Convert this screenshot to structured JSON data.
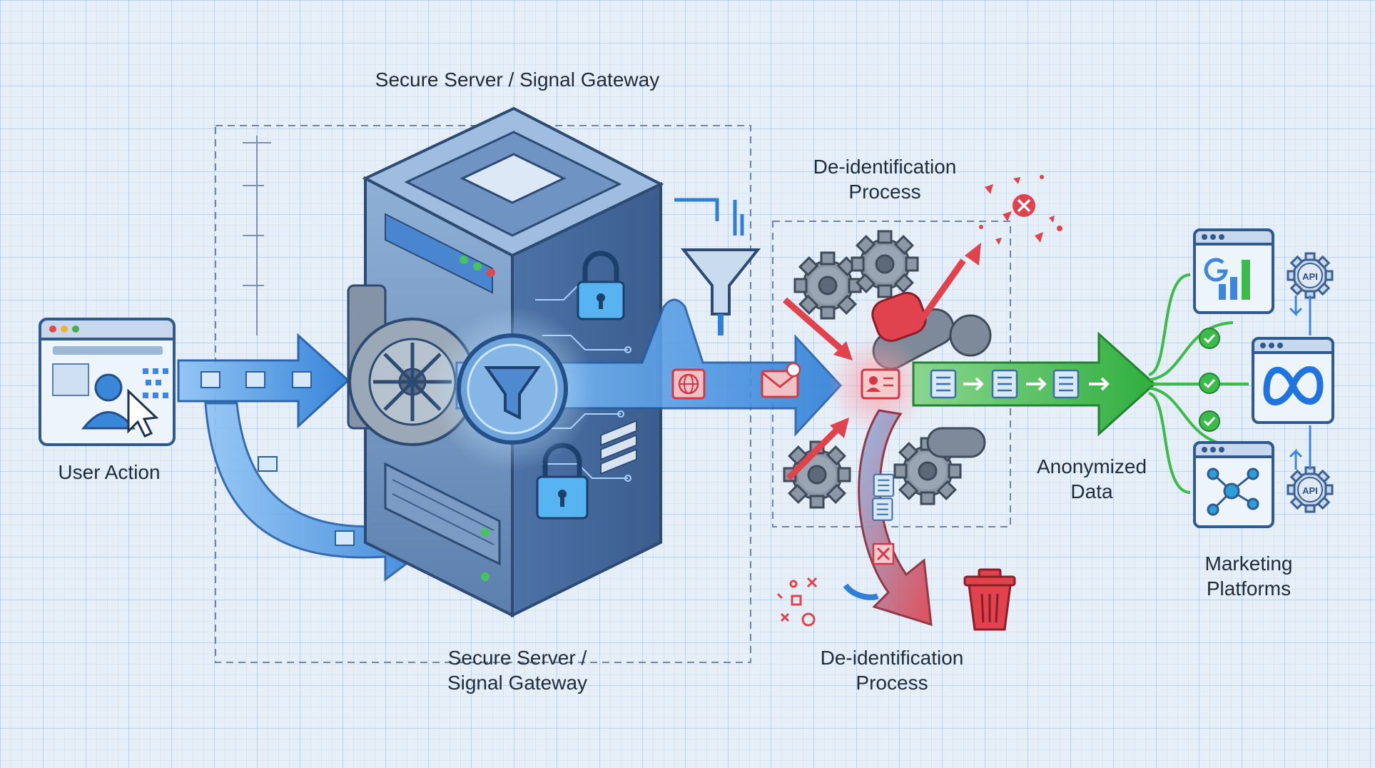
{
  "title_top": "Secure Server / Signal Gateway",
  "labels": {
    "user_action": "User Action",
    "deid_top": [
      "De-identification",
      "Process"
    ],
    "server_bottom": [
      "Secure Server /",
      "Signal Gateway"
    ],
    "deid_bottom": [
      "De-identification",
      "Process"
    ],
    "anonymized": [
      "Anonymized",
      "Data"
    ],
    "marketing": [
      "Marketing",
      "Platforms"
    ]
  },
  "api_badges": [
    "API",
    "API"
  ],
  "platform_icons": [
    "analytics-chart-icon",
    "meta-logo-icon",
    "network-graph-icon"
  ],
  "colors": {
    "flow_blue": "#3a8ee0",
    "removal_red": "#e0424e",
    "output_green": "#3dbb4a",
    "server_body": "#5f86b8",
    "outline": "#2c4a72"
  }
}
